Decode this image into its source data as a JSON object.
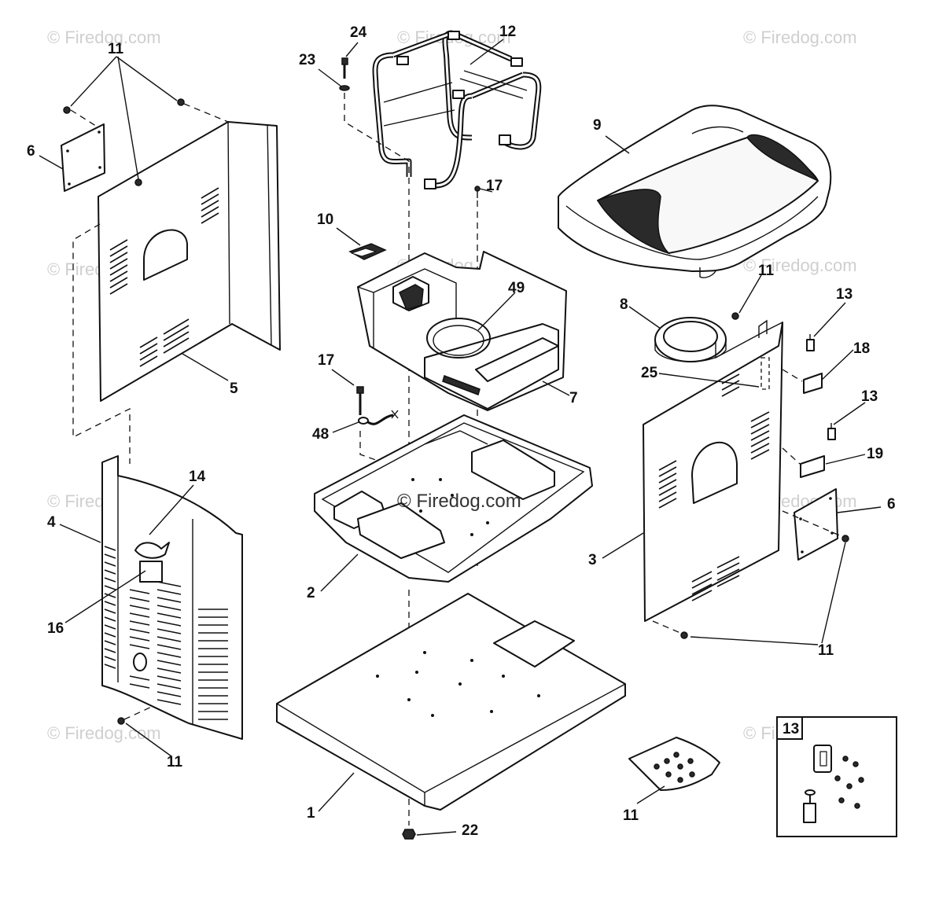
{
  "watermark": "© Firedog.com",
  "center_watermark": "© Firedog.com",
  "inset_label": "13",
  "labels": {
    "n1": "1",
    "n2": "2",
    "n3": "3",
    "n4": "4",
    "n5": "5",
    "n6a": "6",
    "n6b": "6",
    "n7": "7",
    "n8": "8",
    "n9": "9",
    "n10": "10",
    "n11a": "11",
    "n11b": "11",
    "n11c": "11",
    "n11d": "11",
    "n11e": "11",
    "n12": "12",
    "n13a": "13",
    "n13b": "13",
    "n14": "14",
    "n16": "16",
    "n17a": "17",
    "n17b": "17",
    "n18": "18",
    "n19": "19",
    "n22": "22",
    "n23": "23",
    "n24": "24",
    "n25": "25",
    "n48": "48",
    "n49": "49"
  }
}
